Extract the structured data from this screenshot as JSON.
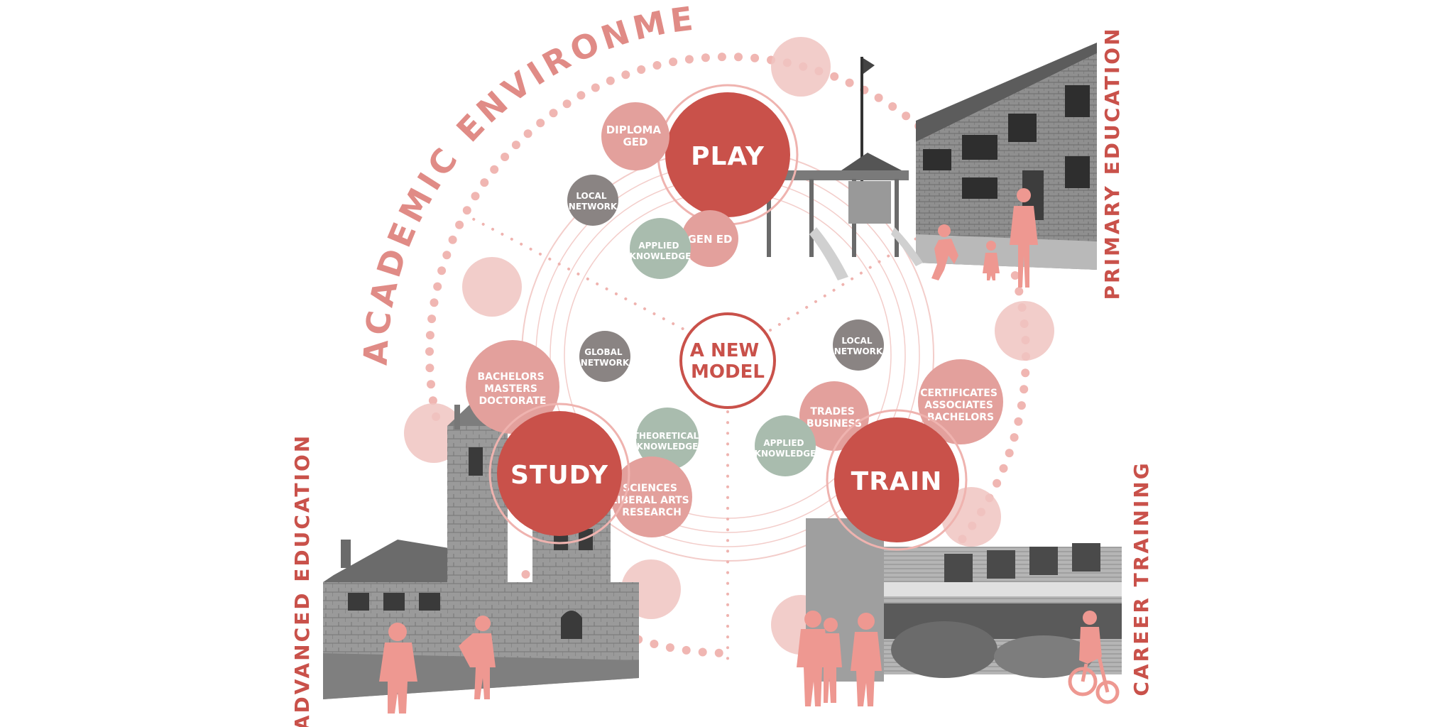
{
  "diagram": {
    "arc_title": "ACADEMIC ENVIRONMENTS",
    "center": {
      "line1": "A NEW",
      "line2": "MODEL"
    },
    "side_labels": {
      "primary": "PRIMARY EDUCATION",
      "advanced": "ADVANCED EDUCATION",
      "career": "CAREER TRAINING"
    },
    "hubs": {
      "play": "PLAY",
      "study": "STUDY",
      "train": "TRAIN"
    },
    "bubbles": {
      "diploma": [
        "DIPLOMA",
        "GED"
      ],
      "gen_ed": [
        "GEN ED"
      ],
      "applied_top": [
        "APPLIED",
        "KNOWLEDGE"
      ],
      "local_top": [
        "LOCAL",
        "NETWORK"
      ],
      "global": [
        "GLOBAL",
        "NETWORK"
      ],
      "bachelors": [
        "BACHELORS",
        "MASTERS",
        "DOCTORATE"
      ],
      "theoretical": [
        "THEORETICAL",
        "KNOWLEDGE"
      ],
      "sciences": [
        "SCIENCES",
        "LIBERAL ARTS",
        "RESEARCH"
      ],
      "local_right": [
        "LOCAL",
        "NETWORK"
      ],
      "certificates": [
        "CERTIFICATES",
        "ASSOCIATES",
        "BACHELORS"
      ],
      "trades": [
        "TRADES",
        "BUSINESS"
      ],
      "applied_right": [
        "APPLIED",
        "KNOWLEDGE"
      ]
    },
    "colors": {
      "accent_red": "#c9514a",
      "soft_pink": "#e3a09c",
      "pale_pink": "#f0c4c1",
      "grey": "#8a8483",
      "sage": "#a9bcae"
    },
    "icons": [
      "playground-photo-icon",
      "school-building-photo-icon",
      "gothic-university-photo-icon",
      "modern-building-photo-icon",
      "person-silhouette-icon",
      "cyclist-silhouette-icon"
    ]
  }
}
